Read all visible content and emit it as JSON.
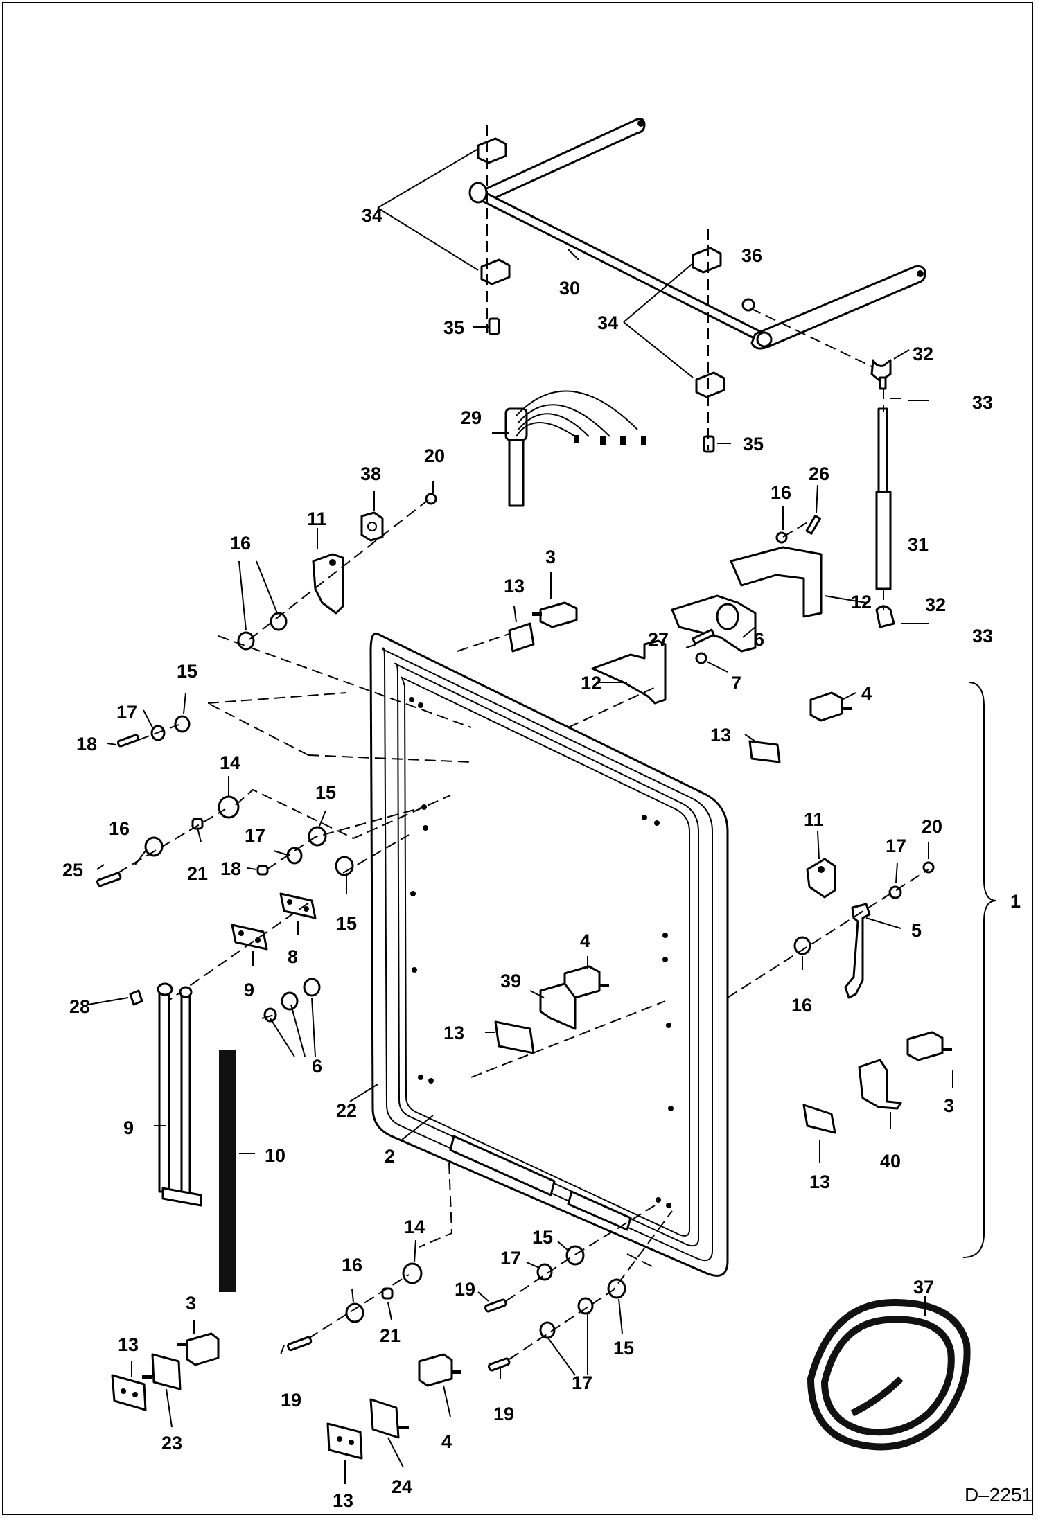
{
  "drawing_code": "D–2251",
  "callouts": {
    "c1": "1",
    "c2": "2",
    "c3a": "3",
    "c3b": "3",
    "c3c": "3",
    "c4a": "4",
    "c4b": "4",
    "c4c": "4",
    "c5": "5",
    "c6a": "6",
    "c6b": "6",
    "c7": "7",
    "c8": "8",
    "c9a": "9",
    "c9b": "9",
    "c10": "10",
    "c11a": "11",
    "c11b": "11",
    "c12a": "12",
    "c12b": "12",
    "c13a": "13",
    "c13b": "13",
    "c13c": "13",
    "c13d": "13",
    "c13e": "13",
    "c13f": "13",
    "c14a": "14",
    "c14b": "14",
    "c15a": "15",
    "c15b": "15",
    "c15c": "15",
    "c15d": "15",
    "c15e": "15",
    "c16a": "16",
    "c16b": "16",
    "c16c": "16",
    "c16d": "16",
    "c16e": "16",
    "c17a": "17",
    "c17b": "17",
    "c17c": "17",
    "c17d": "17",
    "c17e": "17",
    "c18a": "18",
    "c18b": "18",
    "c19a": "19",
    "c19b": "19",
    "c19c": "19",
    "c20a": "20",
    "c20b": "20",
    "c21a": "21",
    "c21b": "21",
    "c22": "22",
    "c23": "23",
    "c24": "24",
    "c25": "25",
    "c26": "26",
    "c27": "27",
    "c28": "28",
    "c29": "29",
    "c30": "30",
    "c31": "31",
    "c32a": "32",
    "c32b": "32",
    "c33a": "33",
    "c33b": "33",
    "c34a": "34",
    "c34b": "34",
    "c35a": "35",
    "c35b": "35",
    "c36": "36",
    "c37": "37",
    "c38": "38",
    "c39": "39",
    "c40": "40"
  }
}
